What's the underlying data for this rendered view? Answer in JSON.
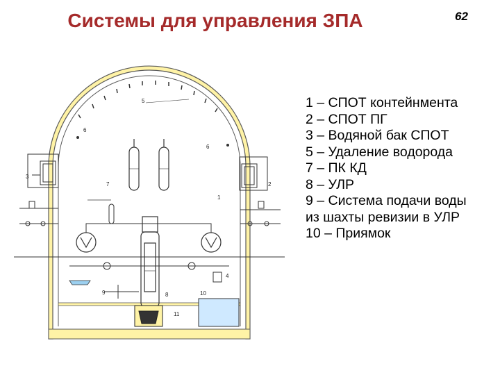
{
  "header": {
    "title": "Системы для управления ЗПА",
    "page_number": "62"
  },
  "legend": [
    "1 – СПОТ контейнмента",
    "2 – СПОТ ПГ",
    "3 – Водяной бак СПОТ",
    "5 – Удаление водорода",
    "7 – ПК КД",
    "8 – УЛР",
    "9 – Система подачи воды",
    "из шахты ревизии в УЛР",
    "10 – Приямок"
  ],
  "diagram": {
    "labels": {
      "n1": "1",
      "n2": "2",
      "n3": "3",
      "n4": "4",
      "n5": "5",
      "n6a": "6",
      "n6b": "6",
      "n7": "7",
      "n8": "8",
      "n9": "9",
      "n10": "10",
      "n11": "11"
    },
    "colors": {
      "containment_fill": "#fff3a6",
      "containment_stroke": "#5a5a5a",
      "title": "#a52a2a"
    }
  }
}
